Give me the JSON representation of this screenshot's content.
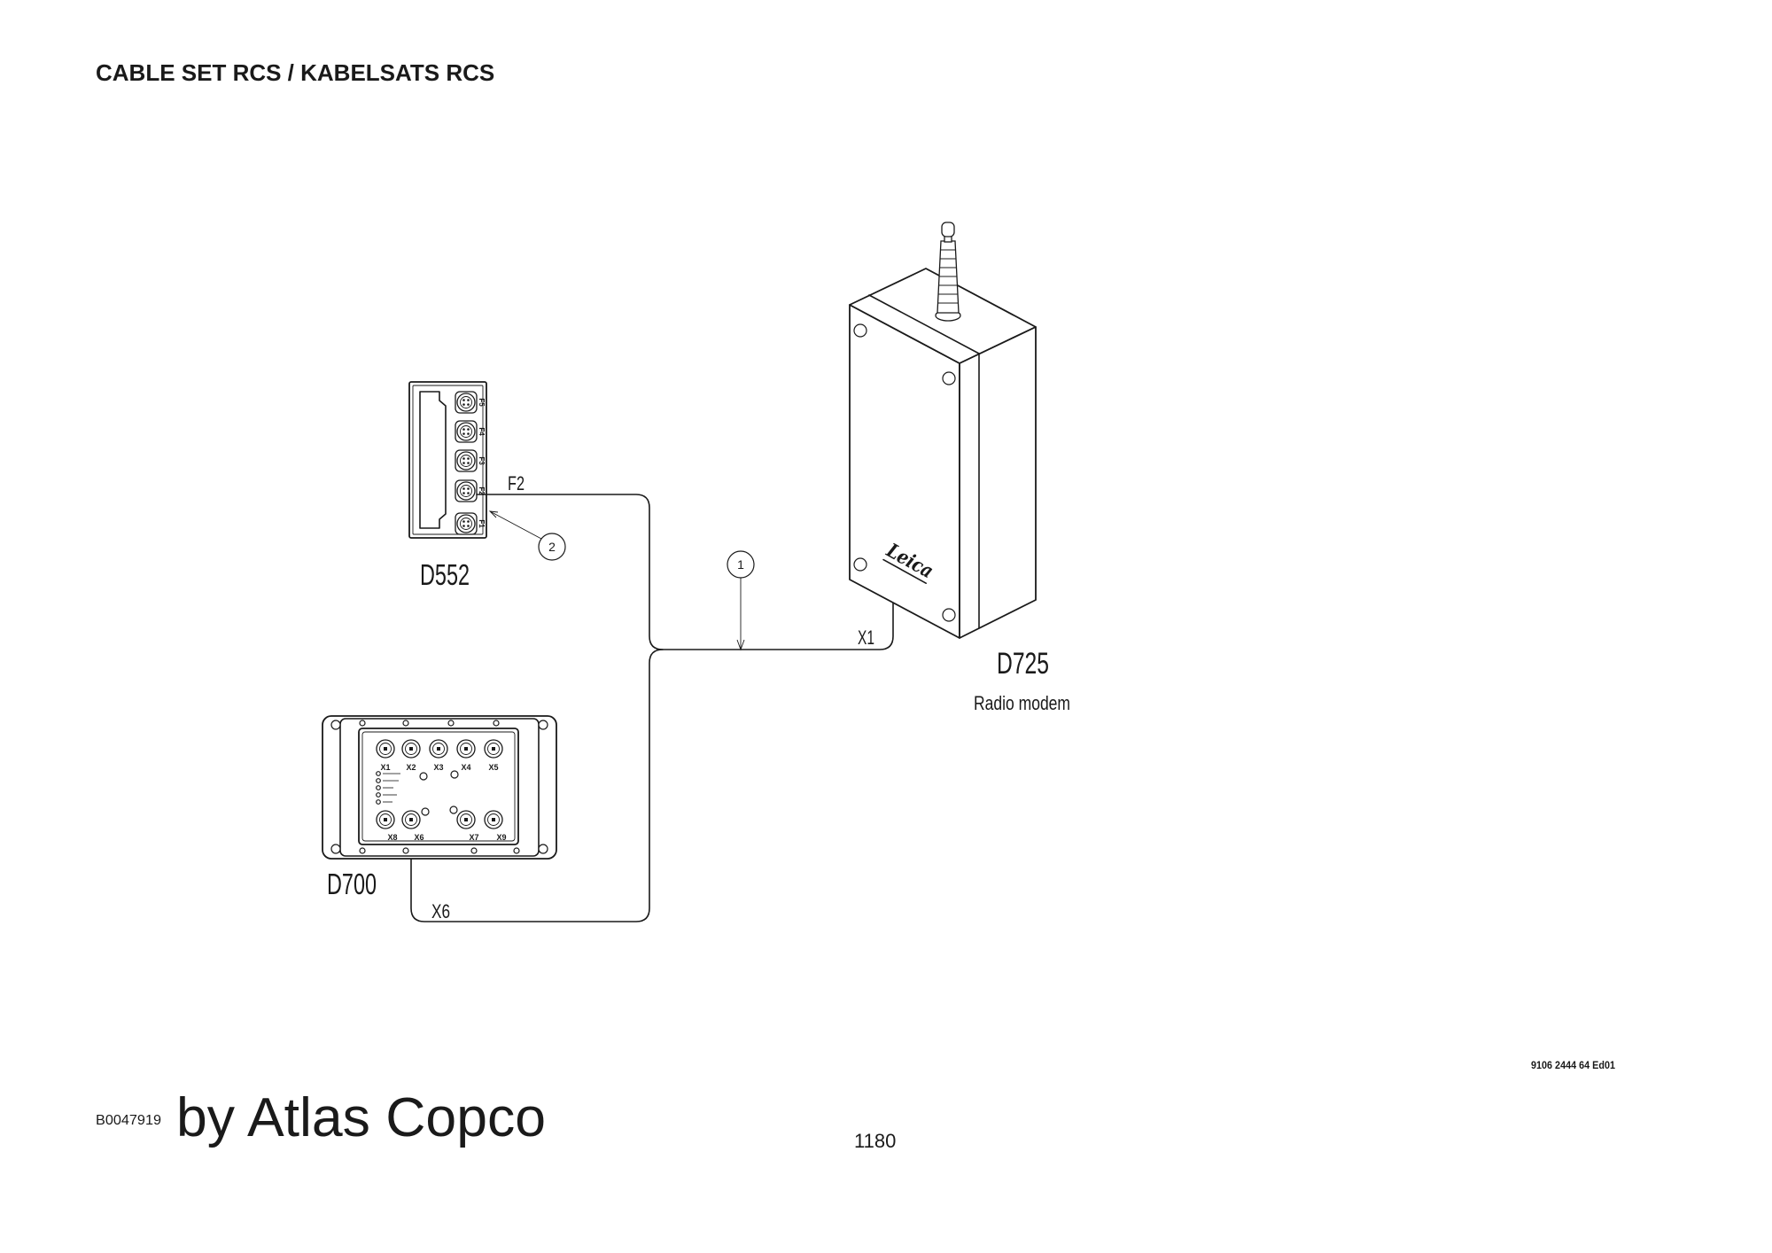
{
  "title": "CABLE SET RCS / KABELSATS RCS",
  "components": {
    "d552": {
      "label": "D552",
      "ports": [
        "F5",
        "F4",
        "F3",
        "F2",
        "F1"
      ]
    },
    "d725": {
      "label": "D725",
      "caption": "Radio modem",
      "logo": "Leica"
    },
    "d700": {
      "label": "D700",
      "ports_top": [
        "X1",
        "X2",
        "X3",
        "X4",
        "X5"
      ],
      "ports_bottom": [
        "X8",
        "X6",
        "X7",
        "X9"
      ]
    }
  },
  "cable_labels": {
    "f2": "F2",
    "x1": "X1",
    "x6": "X6"
  },
  "callouts": {
    "cable": "1",
    "port": "2"
  },
  "footer": {
    "doc_number": "9106 2444 64 Ed01",
    "image_code": "B0047919",
    "credit": "by Atlas Copco",
    "page_number": "1180"
  },
  "colors": {
    "ink": "#1a1a1a",
    "paper": "#ffffff"
  }
}
